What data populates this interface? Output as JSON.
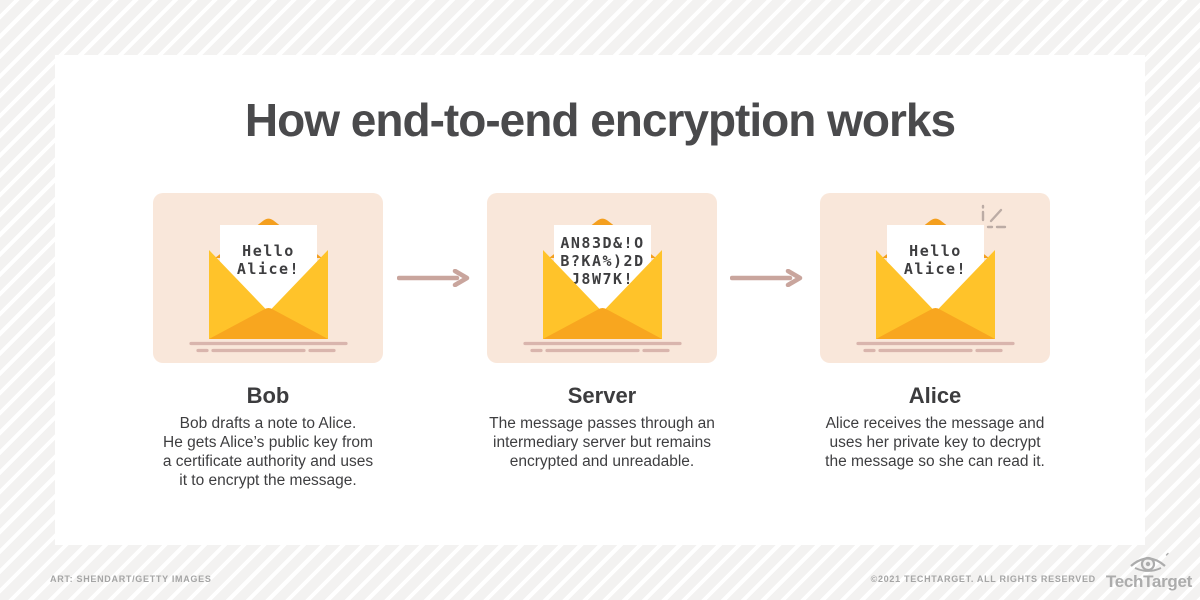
{
  "title": "How end-to-end encryption works",
  "panels": [
    {
      "name": "Bob",
      "note_lines": [
        "Hello",
        "Alice!"
      ],
      "description_lines": [
        "Bob drafts a note to Alice.",
        "He gets Alice’s public key from",
        "a certificate authority and uses",
        "it to encrypt the message."
      ]
    },
    {
      "name": "Server",
      "note_lines": [
        "AN83D&!O",
        "B?KA%)2D",
        "J8W7K!"
      ],
      "description_lines": [
        "The message passes through an",
        "intermediary server but remains",
        "encrypted and unreadable."
      ]
    },
    {
      "name": "Alice",
      "note_lines": [
        "Hello",
        "Alice!"
      ],
      "description_lines": [
        "Alice receives the message and",
        "uses her private key to decrypt",
        "the message so she can read it."
      ]
    }
  ],
  "footer": {
    "credit_left": "ART: SHENDART/GETTY IMAGES",
    "credit_right": "©2021 TECHTARGET. ALL RIGHTS RESERVED",
    "brand": "TechTarget"
  },
  "colors": {
    "panel_background": "#f9e7da",
    "envelope_side_yellow": "#ffc32a",
    "envelope_flap_orange": "#f8a61f",
    "envelope_back_orange": "#f49f1e",
    "arrow": "#c9a59d",
    "baseline_lines": "#d9b5ad",
    "title_text": "#4a4a4c",
    "body_text": "#3e3e40",
    "footer_text": "#a5a5a5"
  }
}
